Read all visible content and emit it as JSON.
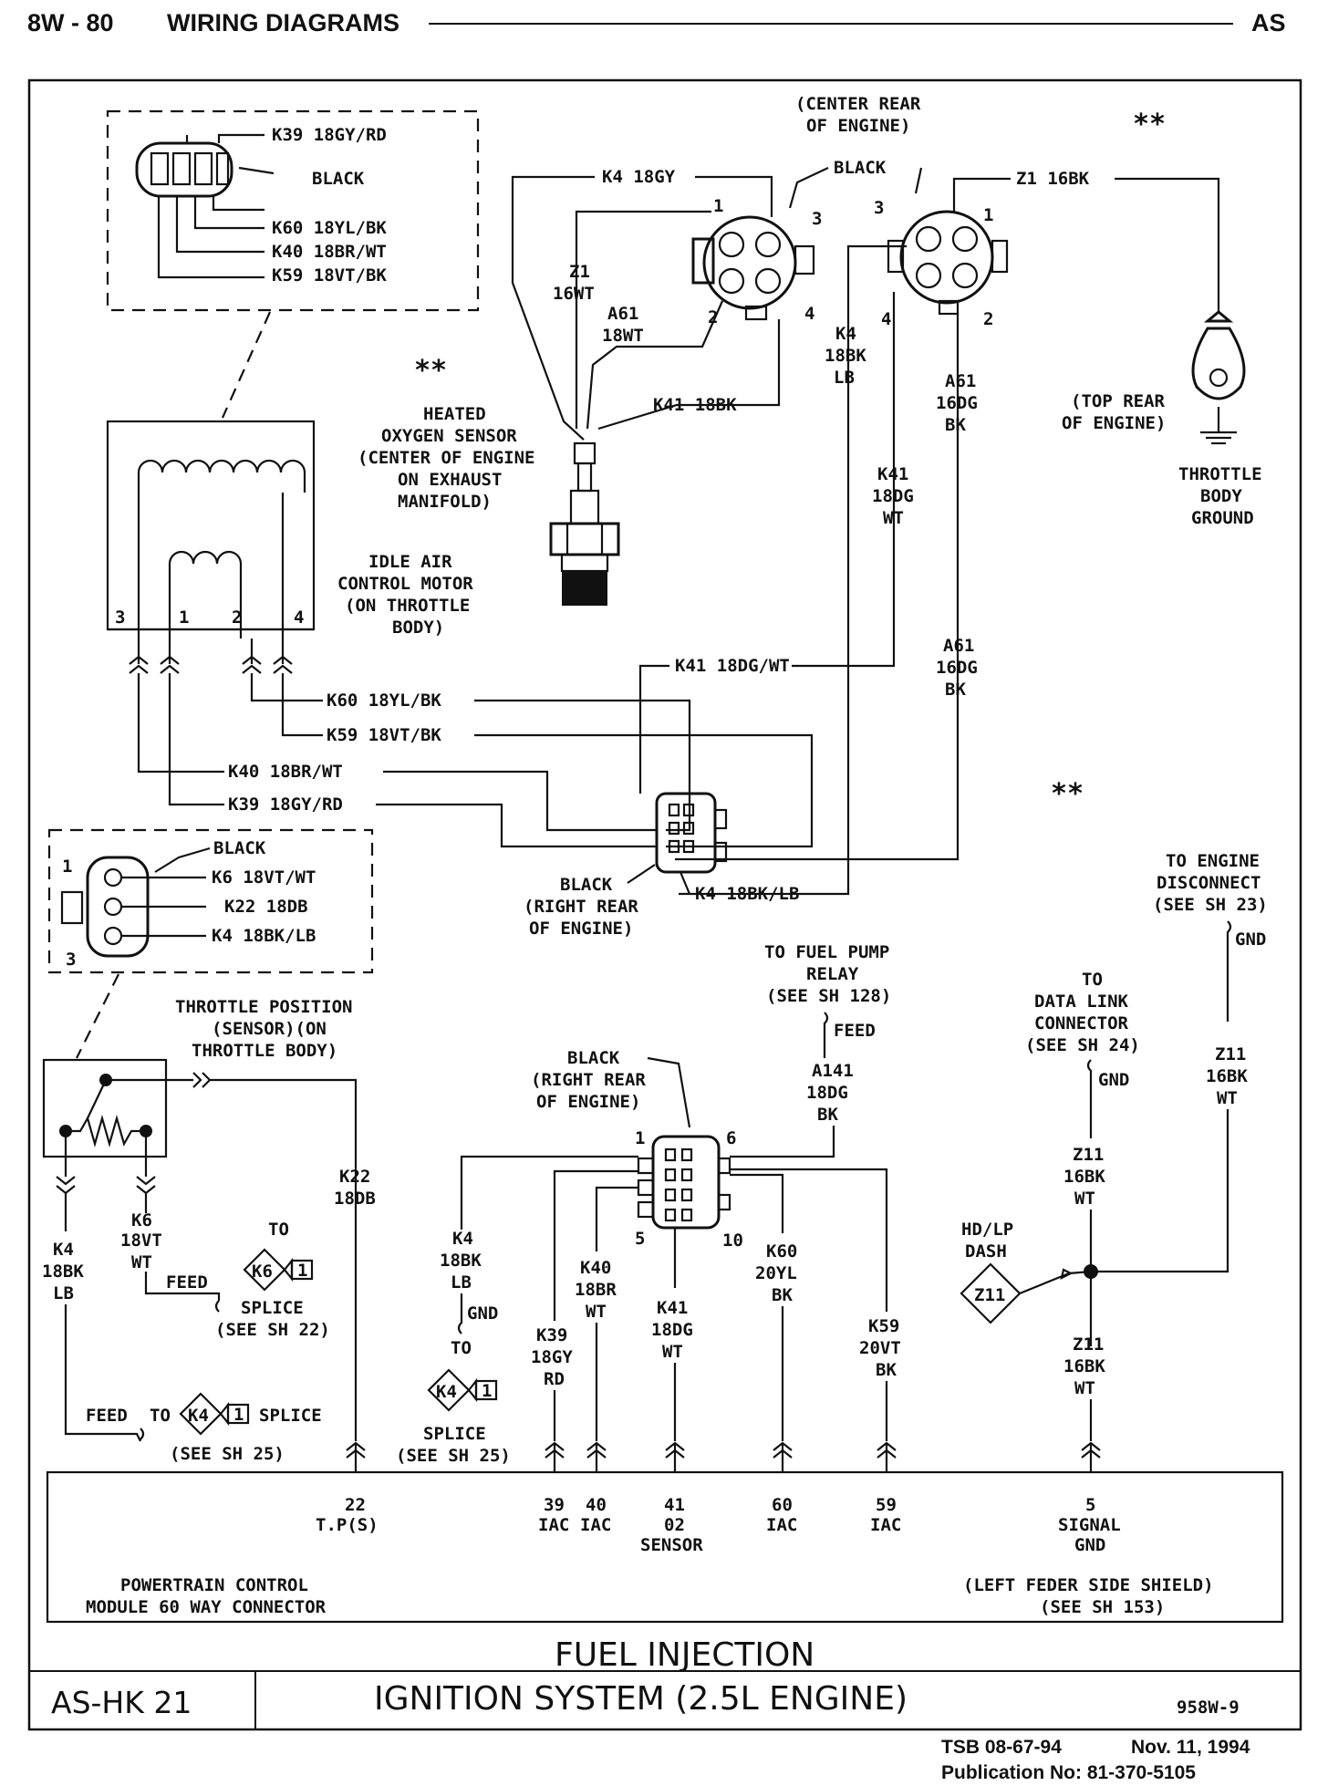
{
  "header": {
    "left": "8W - 80",
    "section": "WIRING DIAGRAMS",
    "right": "AS"
  },
  "stars": "**",
  "iac_connector": {
    "wires": [
      "K39 18GY/RD",
      "K60 18YL/BK",
      "K40 18BR/WT",
      "K59 18VT/BK"
    ],
    "color": "BLACK"
  },
  "idle_air_motor": {
    "line1": "IDLE AIR",
    "line2": "CONTROL MOTOR",
    "line3": "(ON THROTTLE",
    "line4": "BODY)",
    "pins": [
      "3",
      "1",
      "2",
      "4"
    ]
  },
  "o2_sensor": {
    "line1": "HEATED",
    "line2": "OXYGEN SENSOR",
    "line3": "(CENTER OF ENGINE",
    "line4": "ON EXHAUST",
    "line5": "MANIFOLD)"
  },
  "o2_connector": {
    "loc1": "(CENTER REAR",
    "loc2": "OF ENGINE)",
    "color": "BLACK",
    "k4": "K4 18GY",
    "z1a": "Z1",
    "z1b": "16WT",
    "a61a": "A61",
    "a61b": "18WT",
    "k41": "K41 18BK",
    "pins": [
      "1",
      "3",
      "2",
      "4"
    ]
  },
  "harness_connector": {
    "pins": [
      "3",
      "1",
      "4",
      "2"
    ],
    "z1": "Z1 16BK",
    "k4a": "K4",
    "k4b": "18BK",
    "k4c": "LB",
    "a61a": "A61",
    "a61b": "16DG",
    "a61c": "BK",
    "k41a": "K41",
    "k41b": "18DG",
    "k41c": "WT",
    "a61d": "A61",
    "a61e": "16DG",
    "a61f": "BK"
  },
  "throttle_ground": {
    "loc1": "(TOP REAR",
    "loc2": "OF ENGINE)",
    "line1": "THROTTLE",
    "line2": "BODY",
    "line3": "GROUND"
  },
  "mid_wires": {
    "k41": "K41 18DG/WT",
    "k60": "K60 18YL/BK",
    "k59": "K59 18VT/BK",
    "k40": "K40 18BR/WT",
    "k39": "K39 18GY/RD",
    "k4": "K4 18BK/LB"
  },
  "connector_c1": {
    "line1": "BLACK",
    "line2": "(RIGHT REAR",
    "line3": "OF ENGINE)"
  },
  "tps_connector": {
    "color": "BLACK",
    "wires": [
      "K6 18VT/WT",
      "K22 18DB",
      "K4 18BK/LB"
    ],
    "pin1": "1",
    "pin3": "3"
  },
  "tps": {
    "line1": "THROTTLE POSITION",
    "line2": "(SENSOR)(ON",
    "line3": "THROTTLE BODY)"
  },
  "k22_wire": {
    "a": "K22",
    "b": "18DB"
  },
  "k6_wire": {
    "a": "K6",
    "b": "18VT",
    "c": "WT",
    "feed": "FEED",
    "to": "TO",
    "splice_id": "K6",
    "splice_pin": "1",
    "splice1": "SPLICE",
    "splice2": "(SEE SH 22)"
  },
  "k4_wire": {
    "a": "K4",
    "b": "18BK",
    "c": "LB",
    "feed": "FEED",
    "to": "TO",
    "splice_id": "K4",
    "splice_pin": "1",
    "splice1": "SPLICE",
    "splice2": "(SEE SH 25)"
  },
  "fuel_pump": {
    "line1": "TO FUEL PUMP",
    "line2": "RELAY",
    "line3": "(SEE SH 128)",
    "feed": "FEED",
    "a141a": "A141",
    "a141b": "18DG",
    "a141c": "BK"
  },
  "connector_c2": {
    "line1": "BLACK",
    "line2": "(RIGHT REAR",
    "line3": "OF ENGINE)",
    "p1": "1",
    "p6": "6",
    "p5": "5",
    "p10": "10"
  },
  "pcm_k4": {
    "a": "K4",
    "b": "18BK",
    "c": "LB",
    "gnd": "GND",
    "to": "TO",
    "splice_id": "K4",
    "splice_pin": "1",
    "splice1": "SPLICE",
    "splice2": "(SEE SH 25)"
  },
  "pcm_wires": {
    "k39": [
      "K39",
      "18GY",
      "RD"
    ],
    "k40": [
      "K40",
      "18BR",
      "WT"
    ],
    "k41": [
      "K41",
      "18DG",
      "WT"
    ],
    "k60": [
      "K60",
      "20YL",
      "BK"
    ],
    "k59": [
      "K59",
      "20VT",
      "BK"
    ]
  },
  "engine_disconnect": {
    "line1": "TO ENGINE",
    "line2": "DISCONNECT",
    "line3": "(SEE SH 23)",
    "gnd": "GND",
    "z11a": "Z11",
    "z11b": "16BK",
    "z11c": "WT"
  },
  "data_link": {
    "line1": "TO",
    "line2": "DATA LINK",
    "line3": "CONNECTOR",
    "line4": "(SEE SH 24)",
    "gnd": "GND",
    "z11a": "Z11",
    "z11b": "16BK",
    "z11c": "WT"
  },
  "hdlp": {
    "line1": "HD/LP",
    "line2": "DASH",
    "id": "Z11",
    "z11a": "Z11",
    "z11b": "16BK",
    "z11c": "WT"
  },
  "pcm": {
    "line1": "POWERTRAIN CONTROL",
    "line2": "MODULE 60 WAY CONNECTOR",
    "shield1": "(LEFT FEDER SIDE SHIELD)",
    "shield2": "(SEE SH 153)",
    "pins": [
      {
        "num": "22",
        "name": "T.P(S)",
        "name2": ""
      },
      {
        "num": "39",
        "name": "IAC",
        "name2": ""
      },
      {
        "num": "40",
        "name": "IAC",
        "name2": ""
      },
      {
        "num": "41",
        "name": "02",
        "name2": "SENSOR"
      },
      {
        "num": "60",
        "name": "IAC",
        "name2": ""
      },
      {
        "num": "59",
        "name": "IAC",
        "name2": ""
      },
      {
        "num": "5",
        "name": "SIGNAL",
        "name2": "GND"
      }
    ]
  },
  "title": {
    "line1": "FUEL INJECTION",
    "line2": "IGNITION SYSTEM (2.5L ENGINE)",
    "code": "AS-HK 21",
    "ref": "958W-9"
  },
  "footer": {
    "tsb": "TSB 08-67-94",
    "date": "Nov. 11, 1994",
    "pub": "Publication No: 81-370-5105"
  }
}
